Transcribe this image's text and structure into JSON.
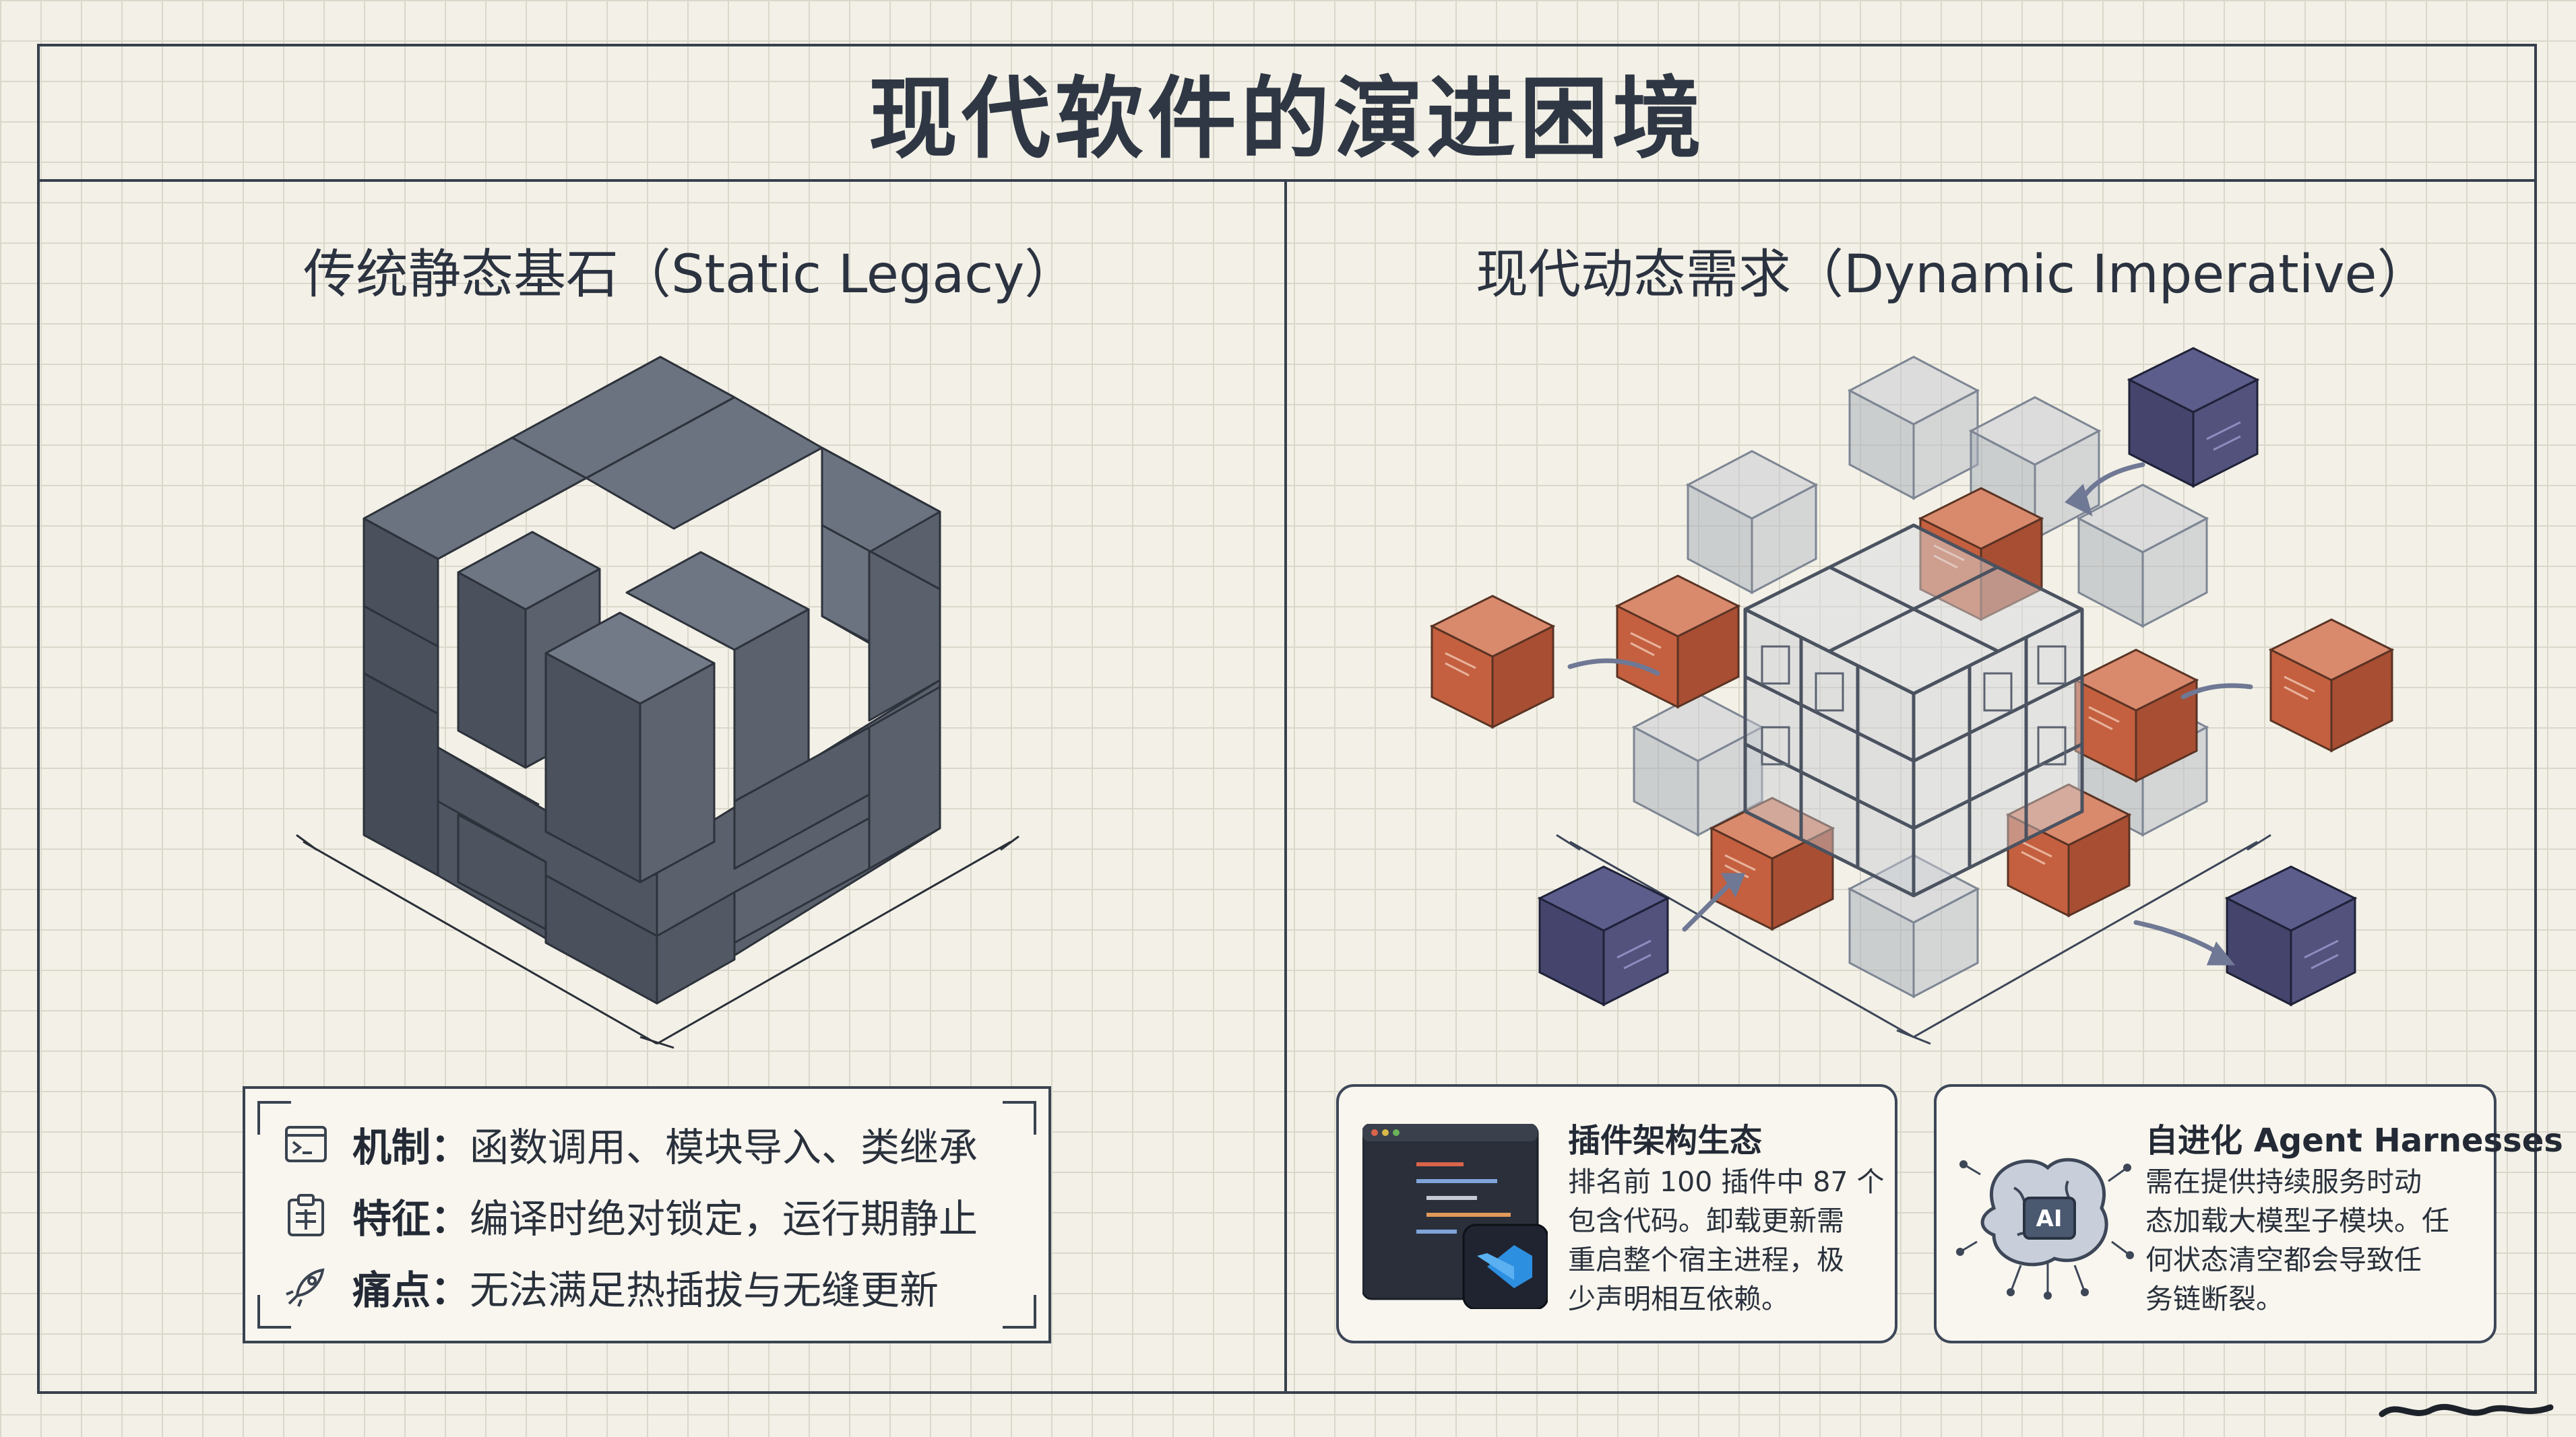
{
  "title": "现代软件的演进困境",
  "left": {
    "heading": "传统静态基石（Static Legacy）",
    "rows": [
      {
        "icon": "terminal-icon",
        "label": "机制：",
        "text": "函数调用、模块导入、类继承"
      },
      {
        "icon": "clipboard-icon",
        "label": "特征：",
        "text": "编译时绝对锁定，运行期静止"
      },
      {
        "icon": "rocket-icon",
        "label": "痛点：",
        "text": "无法满足热插拔与无缝更新"
      }
    ]
  },
  "right": {
    "heading": "现代动态需求（Dynamic Imperative）",
    "cards": [
      {
        "icon": "vscode-icon",
        "title": "插件架构生态",
        "lines": [
          "排名前 100 插件中 87 个",
          "包含代码。卸载更新需",
          "重启整个宿主进程，极",
          "少声明相互依赖。"
        ]
      },
      {
        "icon": "ai-brain-icon",
        "icon_text": "AI",
        "title": "自进化 Agent Harnesses",
        "lines": [
          "需在提供持续服务时动",
          "态加载大模型子模块。任",
          "何状态清空都会导致任",
          "务链断裂。"
        ]
      }
    ]
  },
  "colors": {
    "background": "#f3f1e7",
    "grid": "#dad7cb",
    "frame": "#37404d",
    "block_top": "#6b7380",
    "block_left": "#4a515d",
    "block_right": "#5a616d",
    "orange": "#c9694a",
    "navy": "#4a4a75",
    "ghost": "#aeb4be"
  }
}
